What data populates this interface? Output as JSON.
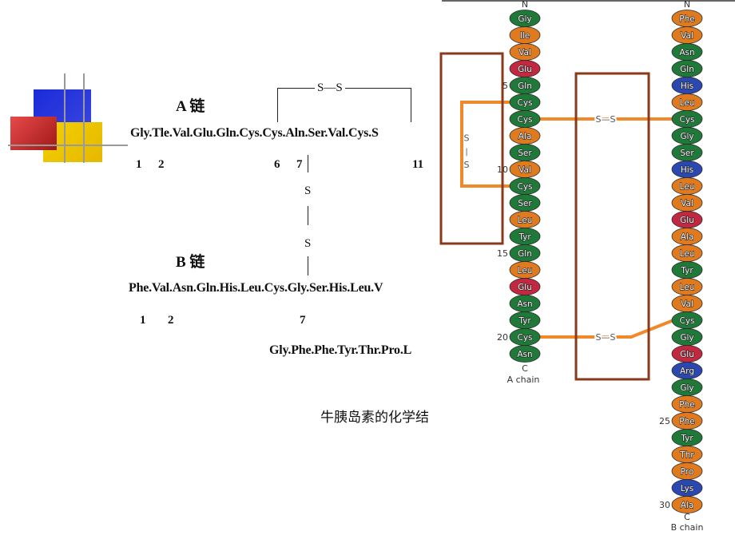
{
  "left_panel": {
    "chain_a_label": "A 链",
    "chain_b_label": "B 链",
    "chain_a_sequence": "Gly.Tle.Val.Glu.Gln.Cys.Cys.Aln.Ser.Val.Cys.S",
    "chain_b_sequence": "Phe.Val.Asn.Gln.His.Leu.Cys.Gly.Ser.His.Leu.V",
    "chain_b_tail": "Gly.Phe.Phe.Tyr.Thr.Pro.L",
    "chain_a_positions": [
      "1",
      "2",
      "6",
      "7",
      "11"
    ],
    "chain_b_positions": [
      "1",
      "2",
      "7"
    ],
    "ss_top": "S—S",
    "ss_vertical_top": "S",
    "ss_vertical_bottom": "S",
    "caption": "牛胰岛素的化学结"
  },
  "right_panel": {
    "a_chain_n": "N",
    "a_chain_c": "C",
    "a_chain_label": "A chain",
    "b_chain_n": "N",
    "b_chain_c": "C",
    "b_chain_label": "B chain",
    "a_chain_residues": [
      "Gly",
      "Ile",
      "Val",
      "Glu",
      "Gln",
      "Cys",
      "Cys",
      "Ala",
      "Ser",
      "Val",
      "Cys",
      "Ser",
      "Leu",
      "Tyr",
      "Gln",
      "Leu",
      "Glu",
      "Asn",
      "Tyr",
      "Cys",
      "Asn"
    ],
    "b_chain_residues": [
      "Phe",
      "Val",
      "Asn",
      "Gln",
      "His",
      "Leu",
      "Cys",
      "Gly",
      "Ser",
      "His",
      "Leu",
      "Val",
      "Glu",
      "Ala",
      "Leu",
      "Tyr",
      "Leu",
      "Val",
      "Cys",
      "Gly",
      "Glu",
      "Arg",
      "Gly",
      "Phe",
      "Phe",
      "Tyr",
      "Thr",
      "Pro",
      "Lys",
      "Ala"
    ],
    "a_chain_numbers": [
      "5",
      "10",
      "15",
      "20"
    ],
    "b_chain_numbers": [
      "25",
      "30"
    ],
    "intra_ss_label": [
      "S",
      "S"
    ],
    "inter_ss_label_top": "S—S",
    "inter_ss_label_bottom": "S—S",
    "colors": {
      "green": "#1f7a3a",
      "orange": "#e07a1f",
      "red": "#c2283f",
      "blue": "#2a48b0",
      "bond": "#f0892a",
      "box": "#8a3a1a"
    }
  }
}
